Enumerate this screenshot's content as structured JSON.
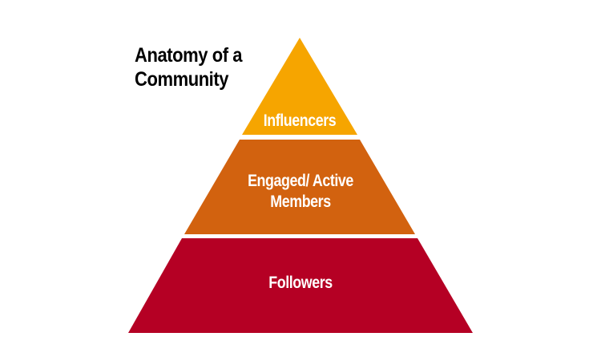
{
  "title": "Anatomy of a\nCommunity",
  "colors": {
    "top": "#F6A500",
    "middle": "#D2620F",
    "bottom": "#B50024",
    "label": "#FFFFFF",
    "title": "#000000"
  },
  "layers": [
    {
      "label": "Influencers",
      "color": "#F6A500"
    },
    {
      "label": "Engaged/ Active\nMembers",
      "color": "#D2620F"
    },
    {
      "label": "Followers",
      "color": "#B50024"
    }
  ]
}
